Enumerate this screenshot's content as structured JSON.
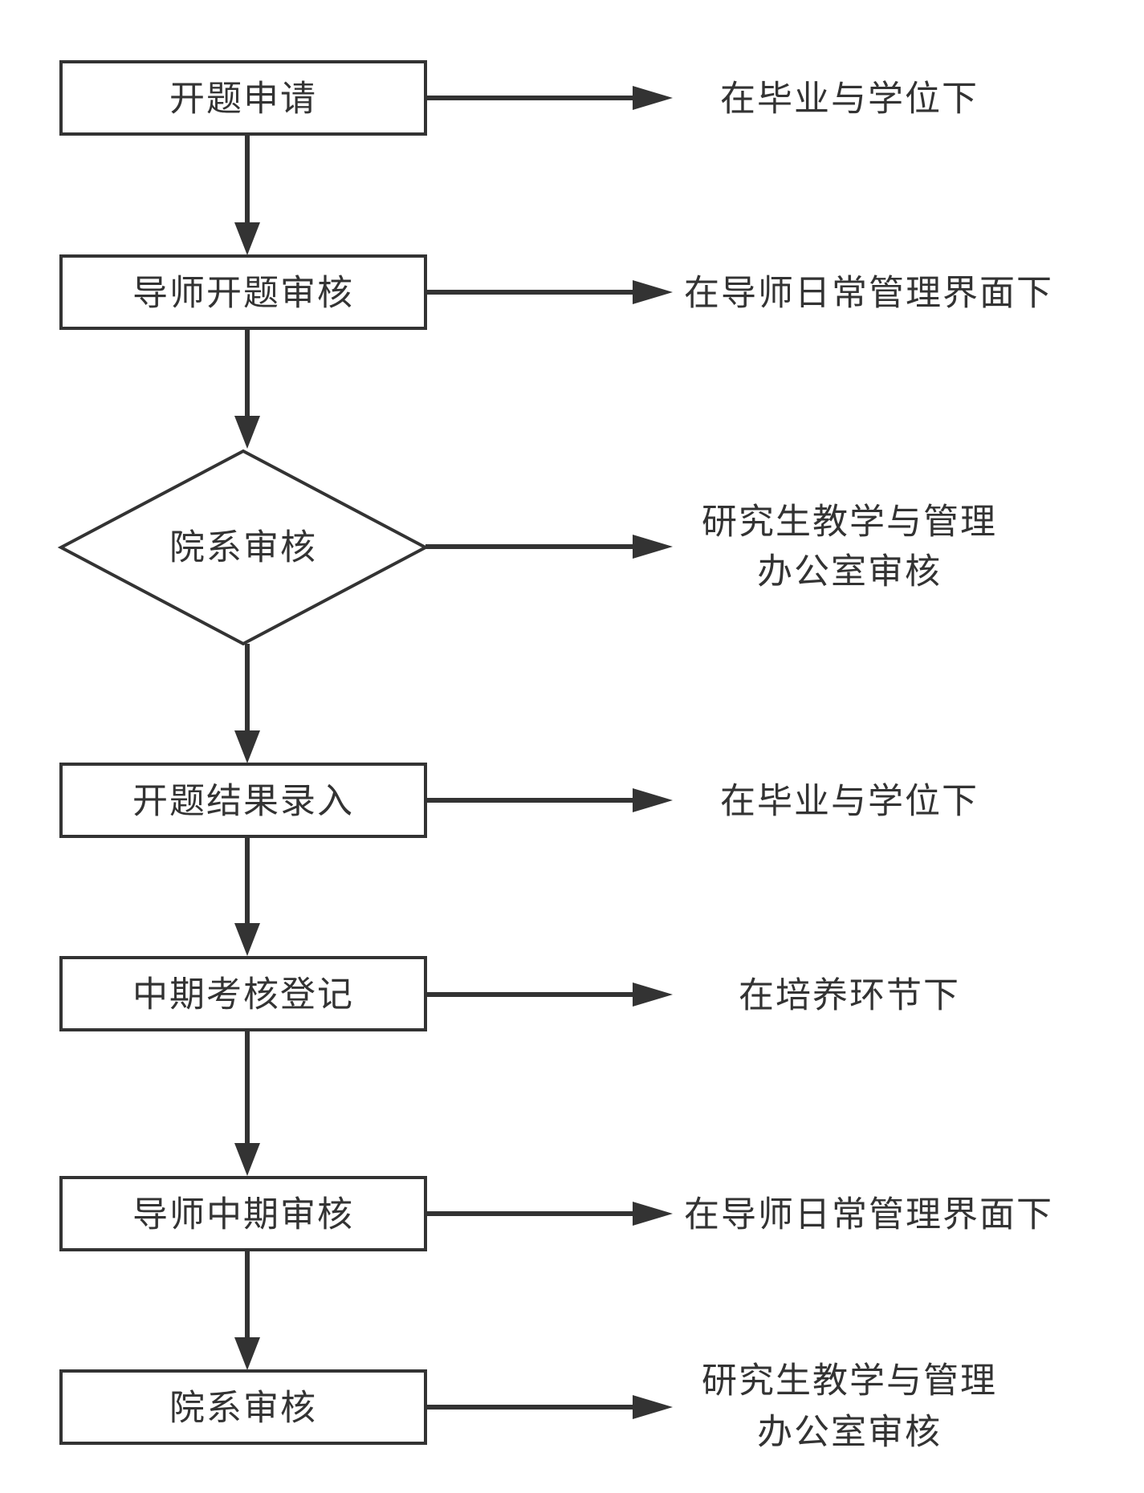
{
  "steps": [
    {
      "label": "开题申请",
      "shape": "rect",
      "note": [
        "在毕业与学位下"
      ]
    },
    {
      "label": "导师开题审核",
      "shape": "rect",
      "note": [
        "在导师日常管理界面下"
      ]
    },
    {
      "label": "院系审核",
      "shape": "diamond",
      "note": [
        "研究生教学与管理",
        "办公室审核"
      ]
    },
    {
      "label": "开题结果录入",
      "shape": "rect",
      "note": [
        "在毕业与学位下"
      ]
    },
    {
      "label": "中期考核登记",
      "shape": "rect",
      "note": [
        "在培养环节下"
      ]
    },
    {
      "label": "导师中期审核",
      "shape": "rect",
      "note": [
        "在导师日常管理界面下"
      ]
    },
    {
      "label": "院系审核",
      "shape": "rect",
      "note": [
        "研究生教学与管理",
        "办公室审核"
      ]
    }
  ],
  "colors": {
    "stroke": "#333333",
    "text": "#333333",
    "background": "#ffffff"
  }
}
